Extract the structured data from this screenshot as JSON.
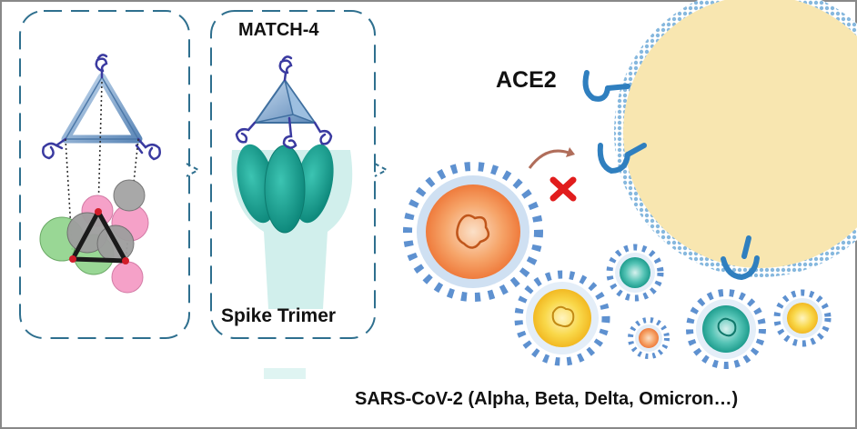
{
  "labels": {
    "match": "MATCH-4",
    "spike": "Spike Trimer",
    "ace2": "ACE2",
    "sars": "SARS-CoV-2 (Alpha, Beta, Delta, Omicron…)"
  },
  "colors": {
    "dashed_border": "#2e6f8e",
    "triangle_blue": "#7aa2cc",
    "ligand": "#3a3aa0",
    "spike_teal": "#1ea697",
    "spike_stalk": "#c9ece9",
    "cell_fill": "#f8e6b0",
    "membrane_blue": "#86b8de",
    "receptor": "#2f7fbf",
    "virus_spikes": "#5e91d0",
    "arrow": "#b06d5a",
    "cross": "#e11d1d"
  },
  "icons": [
    "ligand-icon",
    "block-cross-icon",
    "curved-arrow-icon",
    "ace2-receptor-icon"
  ]
}
